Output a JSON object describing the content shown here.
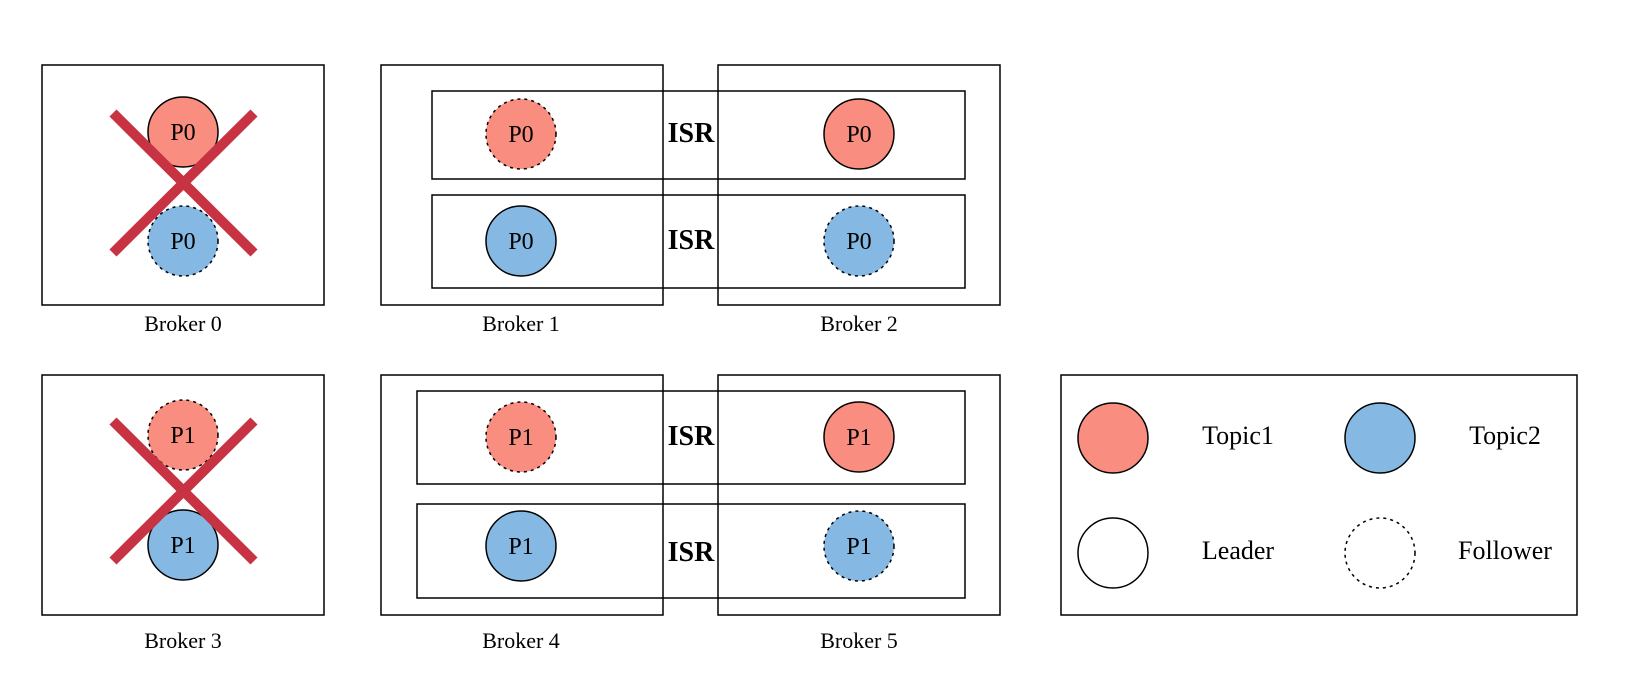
{
  "colors": {
    "topic1": "#f98e80",
    "topic2": "#85b9e3",
    "stroke": "#000000",
    "cross": "#c83343",
    "background": "#ffffff"
  },
  "icons": {
    "failed_broker": "x-cross-icon",
    "leader": "solid-circle-icon",
    "follower": "dashed-circle-icon"
  },
  "brokers": [
    {
      "label": "Broker 0",
      "failed": true,
      "replicas": [
        {
          "label": "P0",
          "topic": "topic1",
          "role": "leader"
        },
        {
          "label": "P0",
          "topic": "topic2",
          "role": "follower"
        }
      ]
    },
    {
      "label": "Broker 1",
      "failed": false,
      "replicas": [
        {
          "label": "P0",
          "topic": "topic1",
          "role": "follower"
        },
        {
          "label": "P0",
          "topic": "topic2",
          "role": "leader"
        }
      ]
    },
    {
      "label": "Broker 2",
      "failed": false,
      "replicas": [
        {
          "label": "P0",
          "topic": "topic1",
          "role": "leader"
        },
        {
          "label": "P0",
          "topic": "topic2",
          "role": "follower"
        }
      ]
    },
    {
      "label": "Broker 3",
      "failed": true,
      "replicas": [
        {
          "label": "P1",
          "topic": "topic1",
          "role": "follower"
        },
        {
          "label": "P1",
          "topic": "topic2",
          "role": "leader"
        }
      ]
    },
    {
      "label": "Broker 4",
      "failed": false,
      "replicas": [
        {
          "label": "P1",
          "topic": "topic1",
          "role": "follower"
        },
        {
          "label": "P1",
          "topic": "topic2",
          "role": "leader"
        }
      ]
    },
    {
      "label": "Broker 5",
      "failed": false,
      "replicas": [
        {
          "label": "P1",
          "topic": "topic1",
          "role": "leader"
        },
        {
          "label": "P1",
          "topic": "topic2",
          "role": "follower"
        }
      ]
    }
  ],
  "isr_groups": [
    {
      "label": "ISR",
      "between": [
        "Broker 1",
        "Broker 2"
      ],
      "topic": "topic1",
      "partition": "P0"
    },
    {
      "label": "ISR",
      "between": [
        "Broker 1",
        "Broker 2"
      ],
      "topic": "topic2",
      "partition": "P0"
    },
    {
      "label": "ISR",
      "between": [
        "Broker 4",
        "Broker 5"
      ],
      "topic": "topic1",
      "partition": "P1"
    },
    {
      "label": "ISR",
      "between": [
        "Broker 4",
        "Broker 5"
      ],
      "topic": "topic2",
      "partition": "P1"
    }
  ],
  "legend": {
    "topic1": "Topic1",
    "topic2": "Topic2",
    "leader": "Leader",
    "follower": "Follower"
  }
}
